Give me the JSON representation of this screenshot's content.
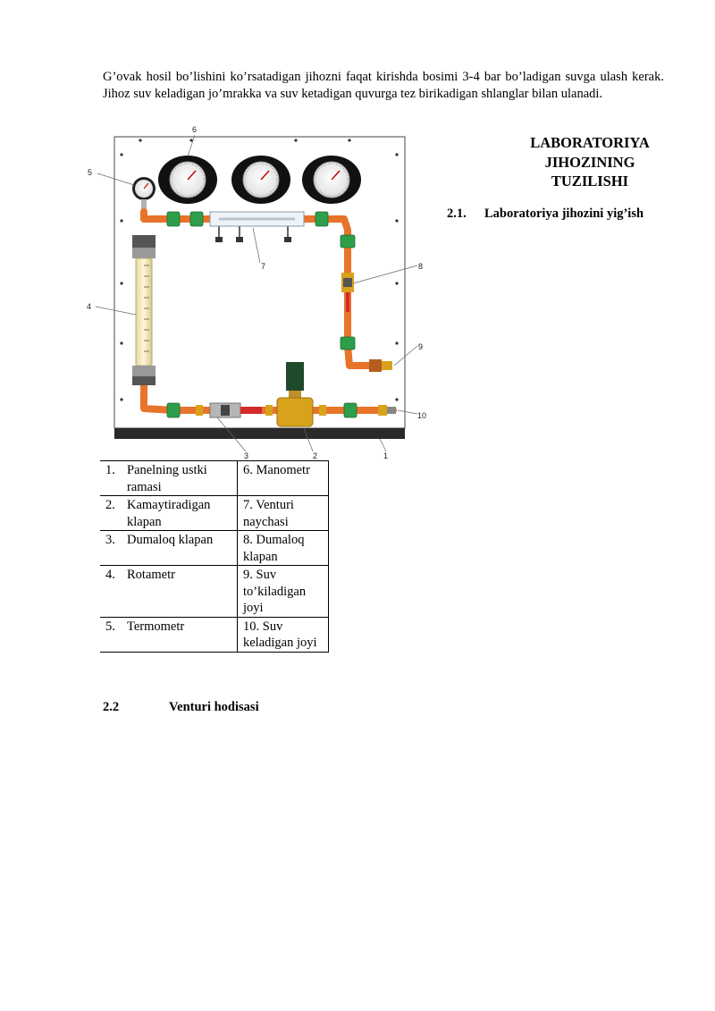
{
  "intro_text": "G’ovak hosil bo’lishini ko’rsatadigan jihozni faqat kirishda bosimi 3-4 bar bo’ladigan suvga ulash kerak. Jihoz suv keladigan jo’mrakka va suv ketadigan quvurga tez birikadigan shlanglar bilan ulanadi.",
  "heading": {
    "line1": "LABORATORIYA",
    "line2": "JIHOZINING",
    "line3": "TUZILISHI"
  },
  "subsection": {
    "number": "2.1.",
    "title": "Laboratoriya jihozini yig’ish"
  },
  "figure_callouts": [
    "1",
    "2",
    "3",
    "4",
    "5",
    "6",
    "7",
    "8",
    "9",
    "10"
  ],
  "legend": [
    {
      "left_num": "1.",
      "left": "Panelning ustki ramasi",
      "right": "6. Manometr"
    },
    {
      "left_num": "2.",
      "left": "Kamaytiradigan klapan",
      "right": "7. Venturi naychasi"
    },
    {
      "left_num": "3.",
      "left": "Dumaloq klapan",
      "right": "8. Dumaloq klapan"
    },
    {
      "left_num": "4.",
      "left": "Rotametr",
      "right": "9. Suv to’kiladigan joyi"
    },
    {
      "left_num": "5.",
      "left": "Termometr",
      "right": "10. Suv keladigan joyi"
    }
  ],
  "section2": {
    "number": "2.2",
    "title": "Venturi hodisasi"
  },
  "colors": {
    "pipe": "#e8732a",
    "coupling": "#2e9e4a",
    "brass": "#d9a21b",
    "valve": "#d42a2a"
  }
}
